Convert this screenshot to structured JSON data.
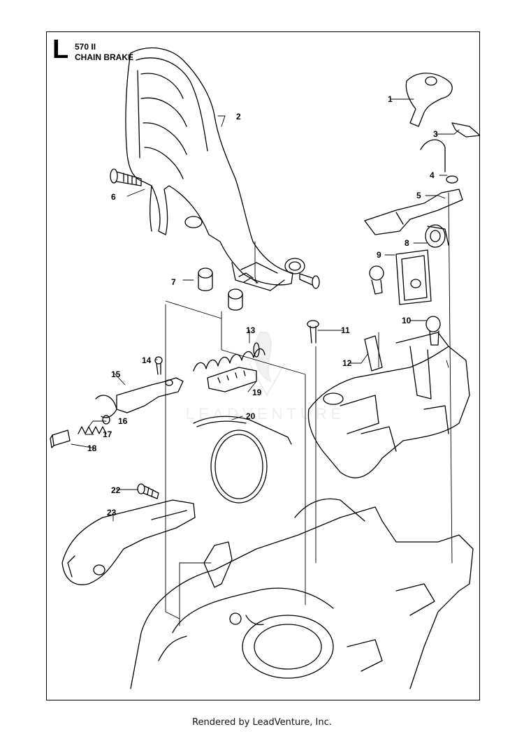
{
  "header": {
    "section_letter": "L",
    "model": "570 II",
    "title": "CHAIN BRAKE"
  },
  "callouts": [
    "1",
    "2",
    "3",
    "4",
    "5",
    "6",
    "7",
    "8",
    "9",
    "10",
    "11",
    "12",
    "13",
    "14",
    "15",
    "16",
    "17",
    "18",
    "19",
    "20",
    "22",
    "23"
  ],
  "watermark_text": "LEADVENTURE",
  "footer": "Rendered by LeadVenture, Inc.",
  "colors": {
    "line": "#000000",
    "background": "#ffffff",
    "watermark": "#9a9a9a"
  }
}
